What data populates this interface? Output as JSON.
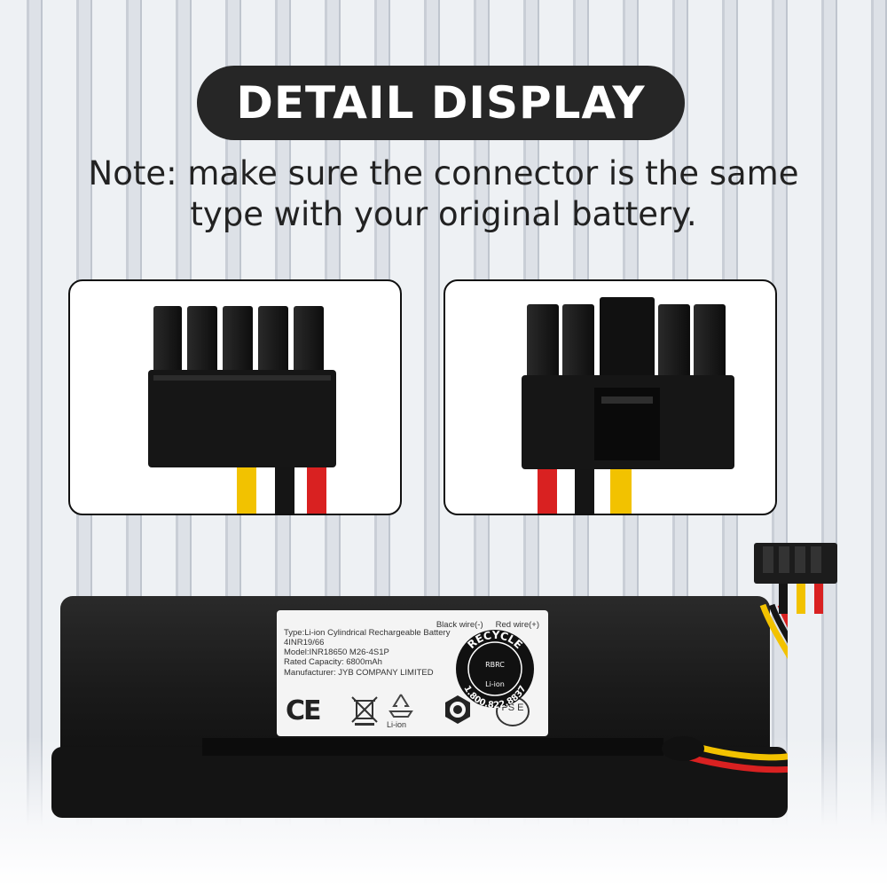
{
  "header": {
    "title": "DETAIL DISPLAY",
    "note_line1": "Note: make sure the connector is the same",
    "note_line2": "type with your original battery."
  },
  "battery_label": {
    "black_wire": "Black wire(-)",
    "red_wire": "Red wire(+)",
    "type": "Type:Li-ion Cylindrical Rechargeable Battery",
    "cells": "4INR19/66",
    "model": "Model:INR18650 M26-4S1P",
    "capacity": "Rated Capacity: 6800mAh",
    "manufacturer": "Manufacturer: JYB COMPANY LIMITED",
    "ce_mark": "CE",
    "liion_symbol": "Li-ion",
    "recycle_badge": {
      "top": "RECYCLE",
      "center": "RBRC",
      "phone": "1.800.822.8837",
      "bottom": "Li-ion"
    },
    "pse_mark": "PS E"
  },
  "colors": {
    "pill_bg": "#262626",
    "battery_body": "#1b1b1b",
    "wire_red": "#d92121",
    "wire_yellow": "#f2c200",
    "wire_black": "#151515"
  },
  "icons": [
    "weee-bin-icon",
    "recycle-arrows-icon",
    "tuv-mark-icon",
    "pse-mark-icon"
  ]
}
